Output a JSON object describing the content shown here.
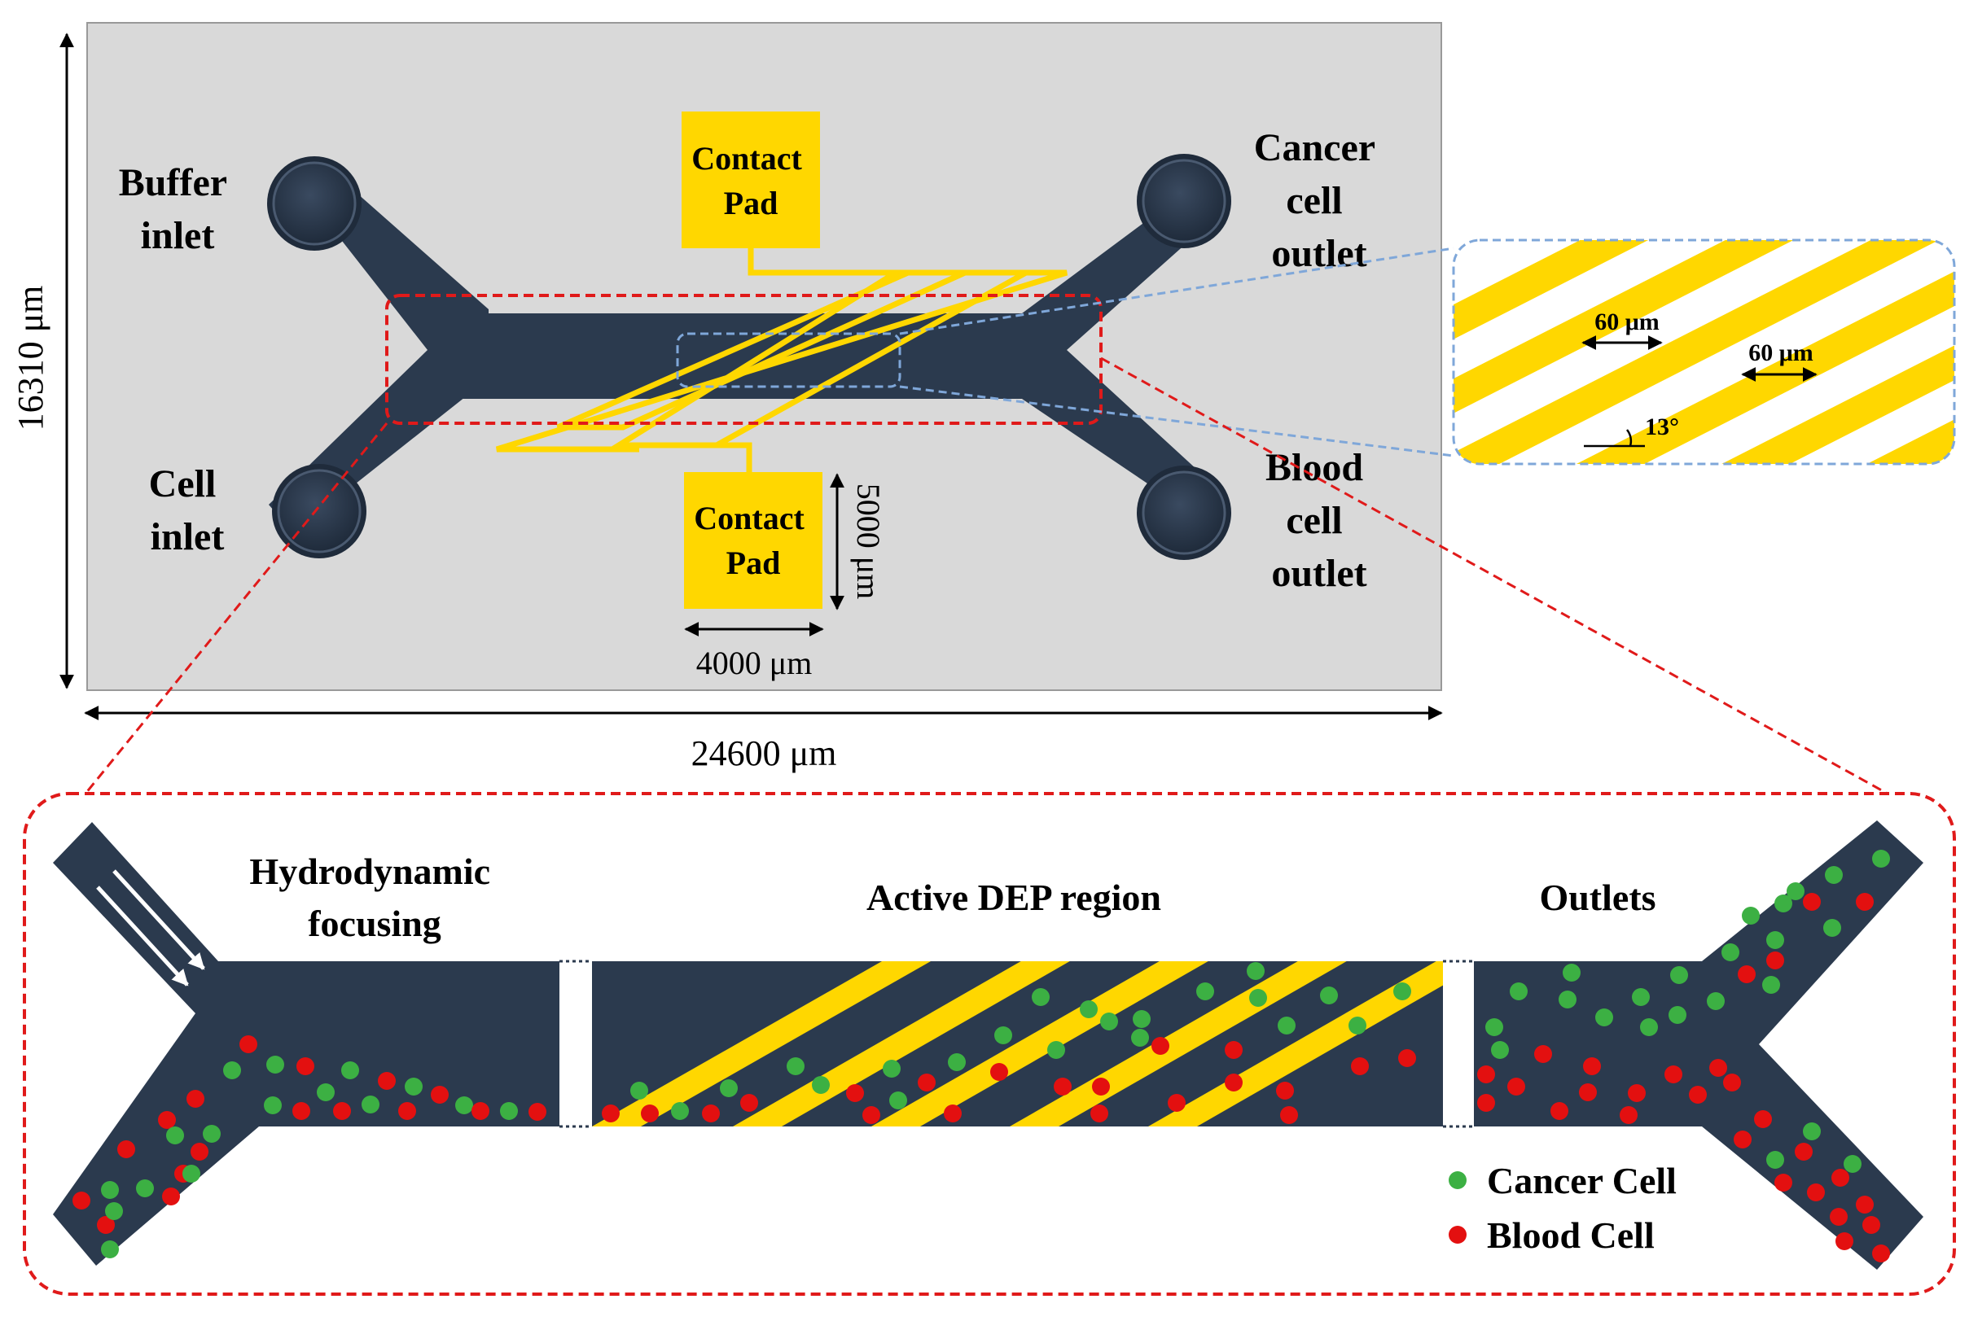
{
  "colors": {
    "chip_bg": "#d9d9d9",
    "channel": "#2b3a4e",
    "electrode": "#ffd700",
    "zoom_box": "#7fa7d9",
    "region_box": "#e01a1a",
    "cancer_cell": "#3cb043",
    "blood_cell": "#e31010"
  },
  "labels": {
    "buffer_inlet": [
      "Buffer",
      "inlet"
    ],
    "cell_inlet": [
      "Cell",
      "inlet"
    ],
    "cancer_outlet": [
      "Cancer",
      "cell",
      "outlet"
    ],
    "blood_outlet": [
      "Blood",
      "cell",
      "outlet"
    ],
    "contact_pad_top": [
      "Contact",
      "Pad"
    ],
    "contact_pad_bottom": [
      "Contact",
      "Pad"
    ]
  },
  "dimensions": {
    "chip_height": "16310 μm",
    "chip_width": "24600 μm",
    "pad_height": "5000 μm",
    "pad_width": "4000 μm",
    "electrode_width": "60 μm",
    "electrode_gap": "60 μm",
    "electrode_angle": "13°"
  },
  "detail": {
    "hydrodynamic": [
      "Hydrodynamic",
      "focusing"
    ],
    "dep_region": "Active DEP region",
    "outlets": "Outlets"
  },
  "legend": [
    {
      "label": "Cancer Cell",
      "color_key": "cancer_cell"
    },
    {
      "label": "Blood Cell",
      "color_key": "blood_cell"
    }
  ]
}
